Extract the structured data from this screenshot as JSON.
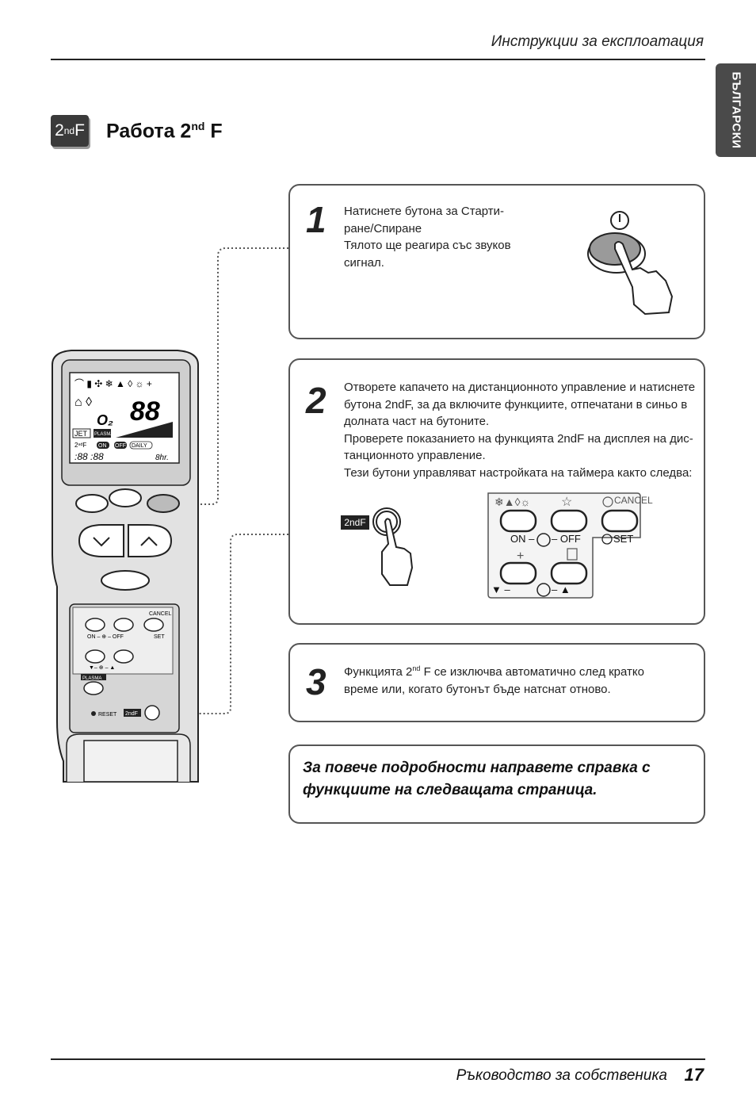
{
  "header": {
    "title": "Инструкции за експлоатация"
  },
  "language_tab": {
    "label": "БЪЛГАРСКИ"
  },
  "section": {
    "badge": {
      "main": "2",
      "sup": "nd",
      "end": "F"
    },
    "title": "Работа 2",
    "title_sup": "nd",
    "title_end": " F"
  },
  "steps": [
    {
      "number": "1",
      "lines": [
        "Натиснете бутона за Старти-",
        "ране/Спиране",
        "Тялото ще реагира със звуков",
        "сигнал."
      ]
    },
    {
      "number": "2",
      "lines": [
        "Отворете капачето на дистанционното управление и натиснете",
        "бутона 2ndF, за да включите функциите, отпечатани в синьо в",
        "долната част на бутоните.",
        "Проверете показанието на функцията 2ndF на дисплея на дис-",
        "танционното управление.",
        "Тези бутони управляват настройката на таймера както следва:"
      ]
    },
    {
      "number": "3",
      "line1_a": "Функцията 2",
      "line1_sup": "nd",
      "line1_b": " F се изключва автоматично след кратко",
      "line2": "време или, когато бутонът бъде натснат отново."
    }
  ],
  "note": {
    "line1": "За повече подробности направете справка с",
    "line2": "функциите на следващата страница."
  },
  "button_panel": {
    "cancel": "CANCEL",
    "on_off": "ON – ",
    "off": " – OFF",
    "set": "SET",
    "tri": "▼ – ",
    "tri2": " – ▲",
    "badge_2ndf": "2ndF"
  },
  "remote": {
    "display_jet": "JET",
    "display_plasma": "PLASMA",
    "display_on": "ON",
    "display_off": "OFF",
    "display_daily": "DAILY",
    "display_88": "88",
    "display_hr": "8hr.",
    "panel_cancel": "CANCEL",
    "panel_onoff": "ON – ⊕ – OFF",
    "panel_set": "SET",
    "panel_tri": "▼– ⊕ – ▲",
    "plasma": "PLASMA",
    "reset": "RESET",
    "btn_2ndf": "2ndF"
  },
  "footer": {
    "title": "Ръководство за собственика",
    "page": "17"
  }
}
